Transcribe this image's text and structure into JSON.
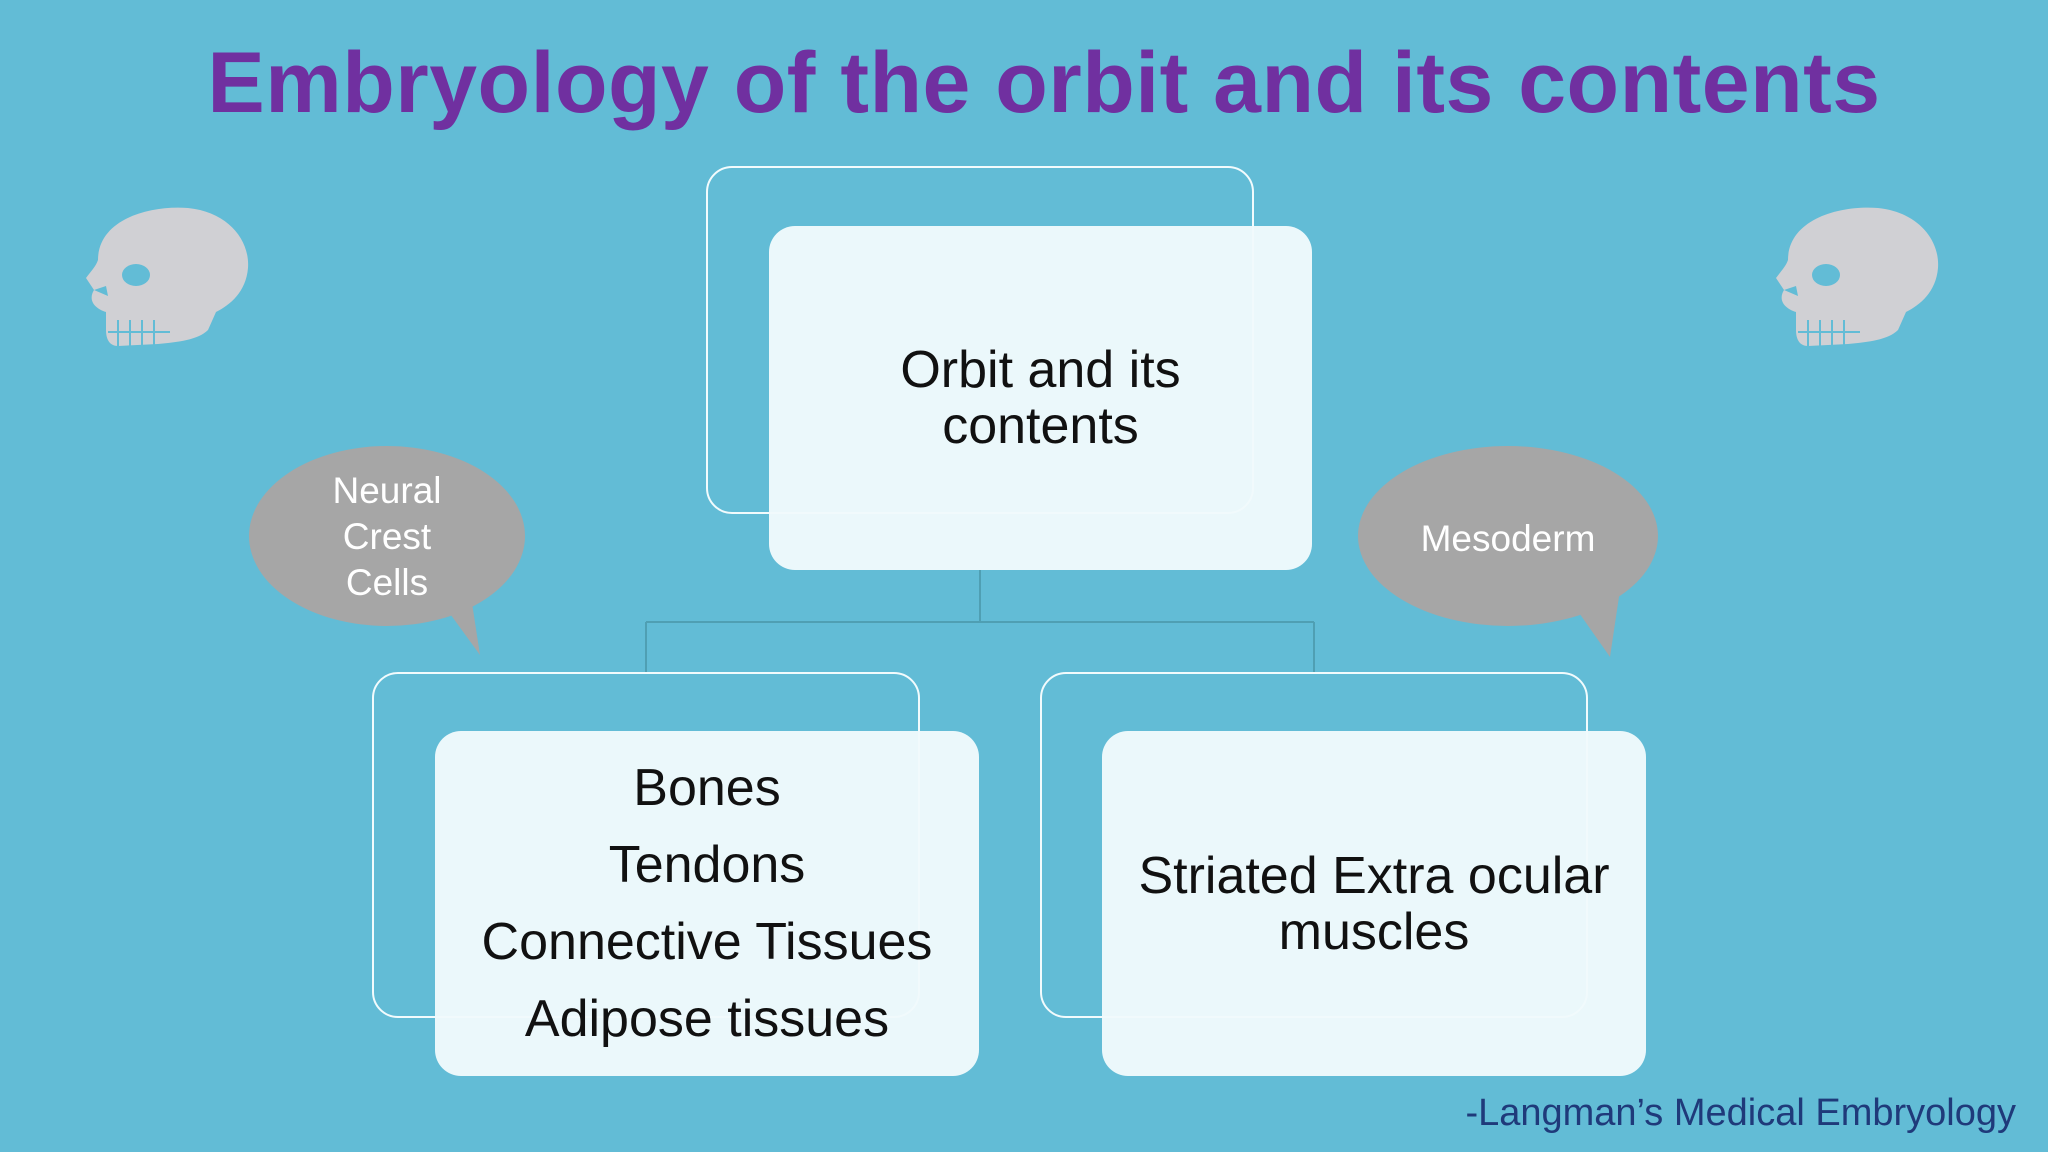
{
  "title": "Embryology of the orbit and its contents",
  "root": {
    "label_line1": "Orbit and its",
    "label_line2": "contents"
  },
  "left_child": {
    "items": [
      "Bones",
      "Tendons",
      "Connective Tissues",
      "Adipose tissues"
    ]
  },
  "right_child": {
    "label_line1": "Striated Extra ocular",
    "label_line2": "muscles"
  },
  "bubbles": {
    "left": {
      "lines": [
        "Neural",
        "Crest",
        "Cells"
      ]
    },
    "right": {
      "label": "Mesoderm"
    }
  },
  "source": "-Langman’s Medical Embryology",
  "icons": {
    "left": "skull-icon",
    "right": "skull-icon"
  },
  "colors": {
    "background": "#62bcd6",
    "title": "#7030a0",
    "card": "#f0fafc",
    "bubble": "#a6a6a6",
    "skull": "#d0d0d4",
    "source": "#1f3a7a"
  }
}
